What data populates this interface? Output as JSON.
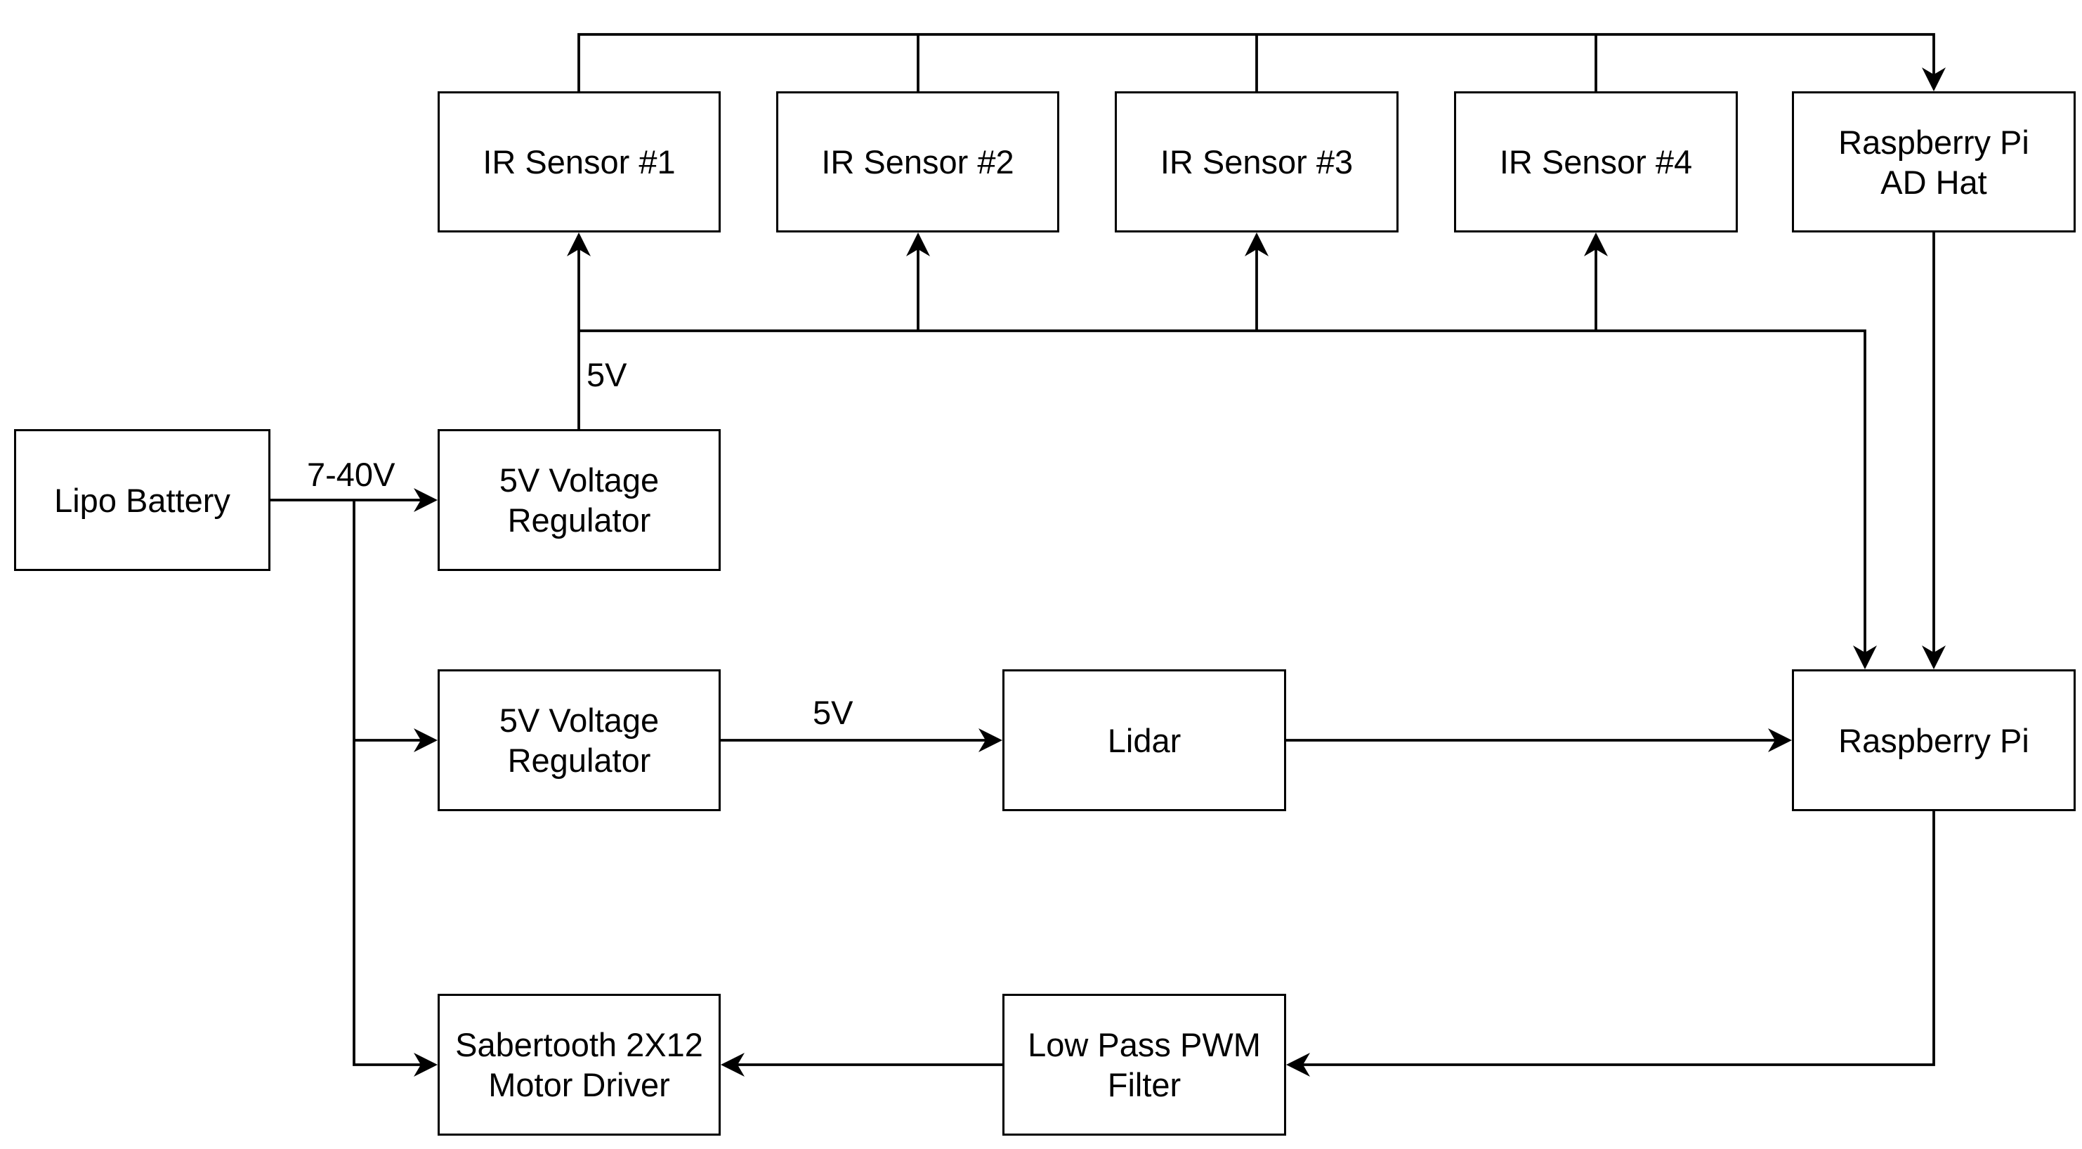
{
  "blocks": {
    "ir_sensor_1": "IR Sensor #1",
    "ir_sensor_2": "IR Sensor #2",
    "ir_sensor_3": "IR Sensor #3",
    "ir_sensor_4": "IR Sensor #4",
    "ad_hat": "Raspberry Pi\nAD Hat",
    "lipo_battery": "Lipo Battery",
    "regulator_top": "5V Voltage\nRegulator",
    "regulator_mid": "5V Voltage\nRegulator",
    "lidar": "Lidar",
    "raspberry_pi": "Raspberry Pi",
    "motor_driver": "Sabertooth 2X12\nMotor Driver",
    "pwm_filter": "Low Pass PWM\nFilter"
  },
  "wire_labels": {
    "battery_voltage": "7-40V",
    "sensor_supply": "5V",
    "lidar_supply": "5V"
  },
  "colors": {
    "line": "#000000",
    "background": "#ffffff"
  }
}
